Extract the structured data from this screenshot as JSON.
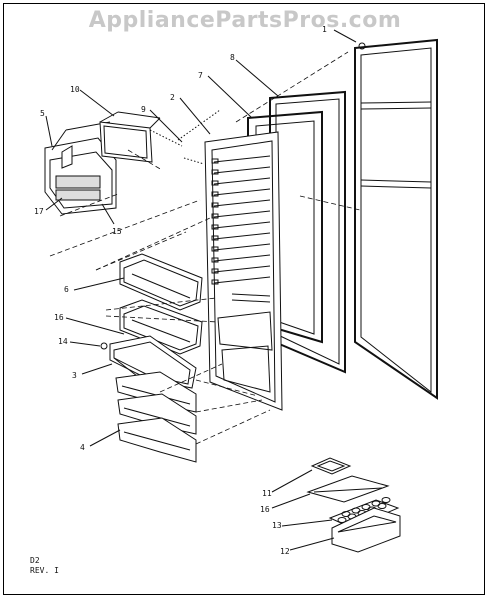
{
  "watermark": "AppliancePartsPros.com",
  "callouts": [
    "1",
    "2",
    "3",
    "4",
    "5",
    "6",
    "7",
    "8",
    "9",
    "10",
    "11",
    "12",
    "13",
    "14",
    "15",
    "16",
    "16",
    "17"
  ],
  "footer": {
    "code": "D2",
    "revision": "REV. I"
  }
}
